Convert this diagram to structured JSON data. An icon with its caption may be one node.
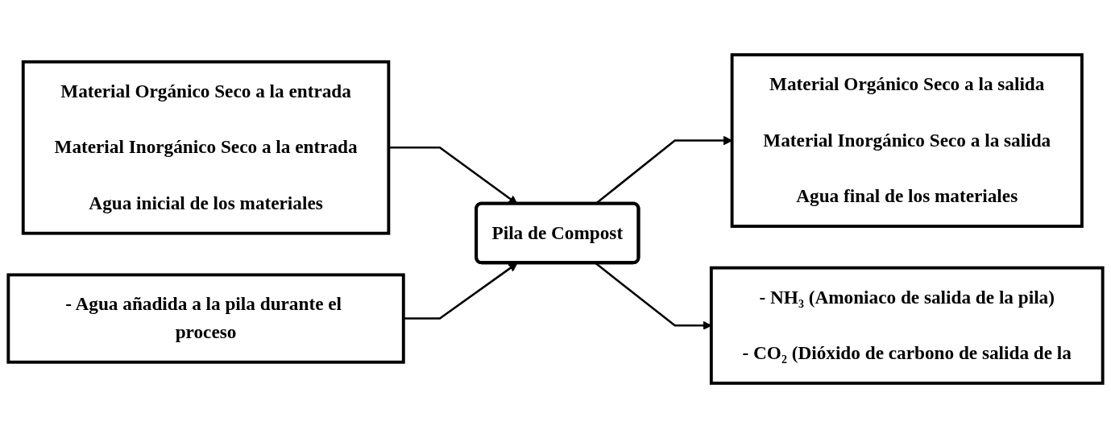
{
  "diagram": {
    "nodes": [
      {
        "text": [
          "- NH₃ (Amoniaco de salida de la pila)",
          "- CO₂ (Dióxido de carbono de salida de la"
        ]
      },
      {
        "text": [
          "Material Orgánico Seco a la entrada",
          "Material Inorgánico Seco a la entrada",
          "Agua inicial de los materiales"
        ]
      },
      {
        "text": [
          "Pila de Compost"
        ]
      },
      {
        "text": [
          "Material Orgánico Seco a la salida",
          "Material Inorgánico Seco a la salida",
          "Agua final de los materiales"
        ]
      },
      {
        "text": [
          "- Agua añadida a la pila durante el proceso"
        ]
      }
    ],
    "edges": [
      {
        "from": 1,
        "to": 2,
        "arrow": "to"
      },
      {
        "from": 2,
        "to": 3,
        "arrow": "to"
      },
      {
        "from": 2,
        "to": 0,
        "arrow": "to"
      },
      {
        "from": 4,
        "to": 2,
        "arrow": "to"
      }
    ]
  }
}
